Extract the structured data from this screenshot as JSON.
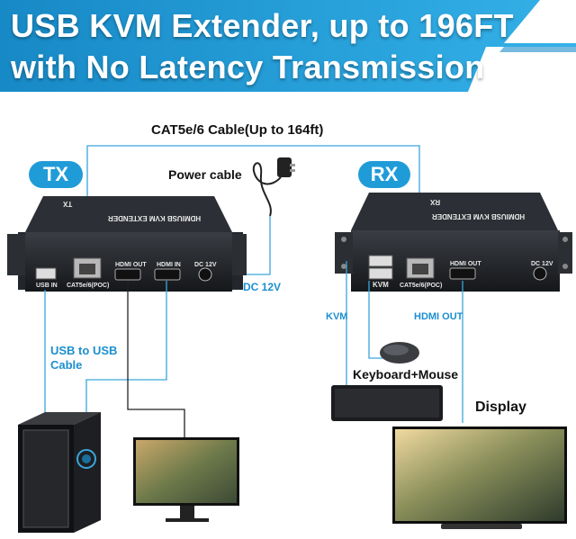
{
  "banner": {
    "line1": "USB KVM Extender, up to 196FT",
    "line2": "with No Latency Transmission"
  },
  "labels": {
    "cable": "CAT5e/6 Cable(Up to 164ft)",
    "power_cable": "Power cable",
    "tx": "TX",
    "rx": "RX",
    "dc12v": "DC 12V",
    "usb_to_usb_line1": "USB to USB",
    "usb_to_usb_line2": "Cable",
    "kvm": "KVM",
    "hdmi_out": "HDMI OUT",
    "keyboard_mouse": "Keyboard+Mouse",
    "display": "Display"
  },
  "tx_device": {
    "name": "HDMIUSB KVM EXTENDER",
    "side_text": "TX",
    "ports": {
      "usb_in": "USB IN",
      "cat": "CAT5e/6(POC)",
      "hdmi_out": "HDMI OUT",
      "hdmi_in": "HDMI IN",
      "dc": "DC 12V"
    }
  },
  "rx_device": {
    "name": "HDMIUSB KVM EXTENDER",
    "side_text": "RX",
    "ports": {
      "kvm": "KVM",
      "cat": "CAT5e/6(POC)",
      "hdmi_out": "HDMI OUT",
      "dc": "DC 12V"
    }
  },
  "colors": {
    "banner_blue": "#1d97d4",
    "line_blue": "#3aa6dc",
    "device_body": "#1e2126"
  }
}
